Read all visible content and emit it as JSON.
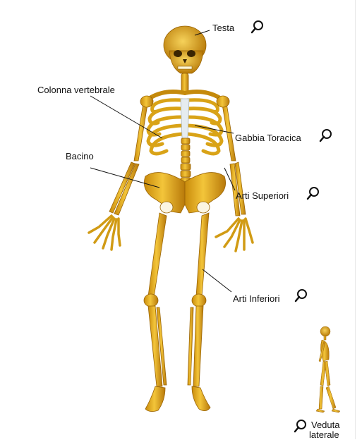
{
  "diagram": {
    "labels": {
      "testa": "Testa",
      "colonna": "Colonna vertebrale",
      "gabbia": "Gabbia Toracica",
      "bacino": "Bacino",
      "arti_superiori": "Arti Superiori",
      "arti_inferiori": "Arti Inferiori",
      "veduta_line1": "Veduta",
      "veduta_line2": "laterale"
    }
  },
  "colors": {
    "bone": "#e8b317",
    "bone_dark": "#b37a08",
    "leader": "#111111",
    "text": "#111111"
  },
  "icons": {
    "zoom": "magnifier-icon"
  }
}
